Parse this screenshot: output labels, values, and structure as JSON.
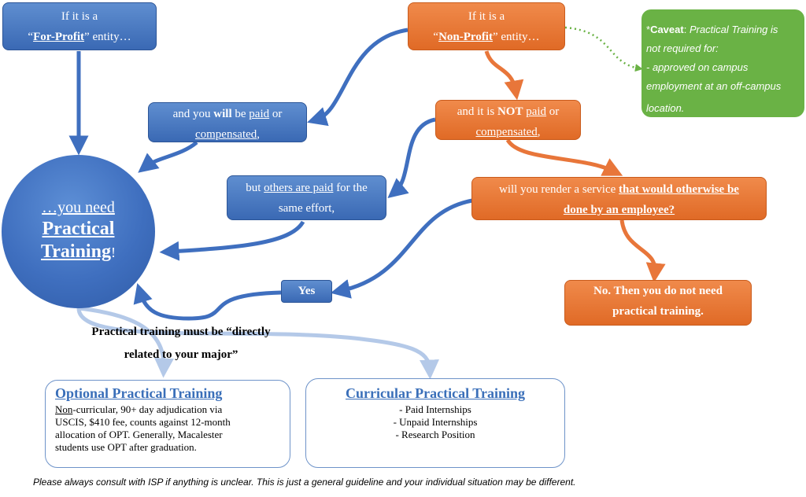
{
  "colors": {
    "blue": "#3f6fbf",
    "orange": "#e8763a",
    "green": "#6ab245",
    "light_blue": "#b4c9e8"
  },
  "for_profit": {
    "pre": "If it is a",
    "q_open": "“",
    "entity": "For-Profit",
    "post": "” entity…"
  },
  "non_profit": {
    "pre": "If it is a",
    "q_open": "“",
    "entity": "Non-Profit",
    "post": "” entity…"
  },
  "will_paid": {
    "pre": "and you ",
    "will": "will",
    "mid": " be ",
    "paid": "paid",
    "or": " or",
    "compensated": "compensated",
    "end": ","
  },
  "not_paid": {
    "pre": "and it is ",
    "not": "NOT",
    "space": " ",
    "paid": "paid",
    "or": " or",
    "compensated": "compensated",
    "end": ","
  },
  "others_paid": {
    "pre": "but ",
    "others": "others are paid",
    "post": " for the",
    "line2": "same effort,"
  },
  "service": {
    "pre": "will you render a service ",
    "bold1": "that would otherwise be",
    "bold2": "done by an employee?"
  },
  "yes": {
    "label": "Yes"
  },
  "no": {
    "line1": "No. Then you do not need",
    "line2": "practical training."
  },
  "caveat": {
    "star": "*",
    "label": "Caveat",
    "colon": ": ",
    "text1": "Practical Training is",
    "text2": "not required for:",
    "text3": "- approved on campus",
    "text4": "employment at an off-campus",
    "text5": "location."
  },
  "need": {
    "line1": "…you need",
    "line2": "Practical",
    "line3": "Training",
    "bang": "!"
  },
  "directly": {
    "line1": "Practical training must be “directly",
    "line2": "related to your major”"
  },
  "opt": {
    "title": "Optional Practical Training",
    "non": "Non",
    "body1": "-curricular, 90+ day adjudication via",
    "body2": "USCIS, $410 fee, counts against 12-month",
    "body3": "allocation of OPT. Generally, Macalester",
    "body4": "students use OPT after graduation."
  },
  "cpt": {
    "title": "Curricular Practical Training",
    "items": [
      "- Paid Internships",
      "-  Unpaid Internships",
      "-  Research Position"
    ]
  },
  "footnote": "Please always consult with ISP if anything is unclear. This is just a general guideline and your individual situation may be different."
}
